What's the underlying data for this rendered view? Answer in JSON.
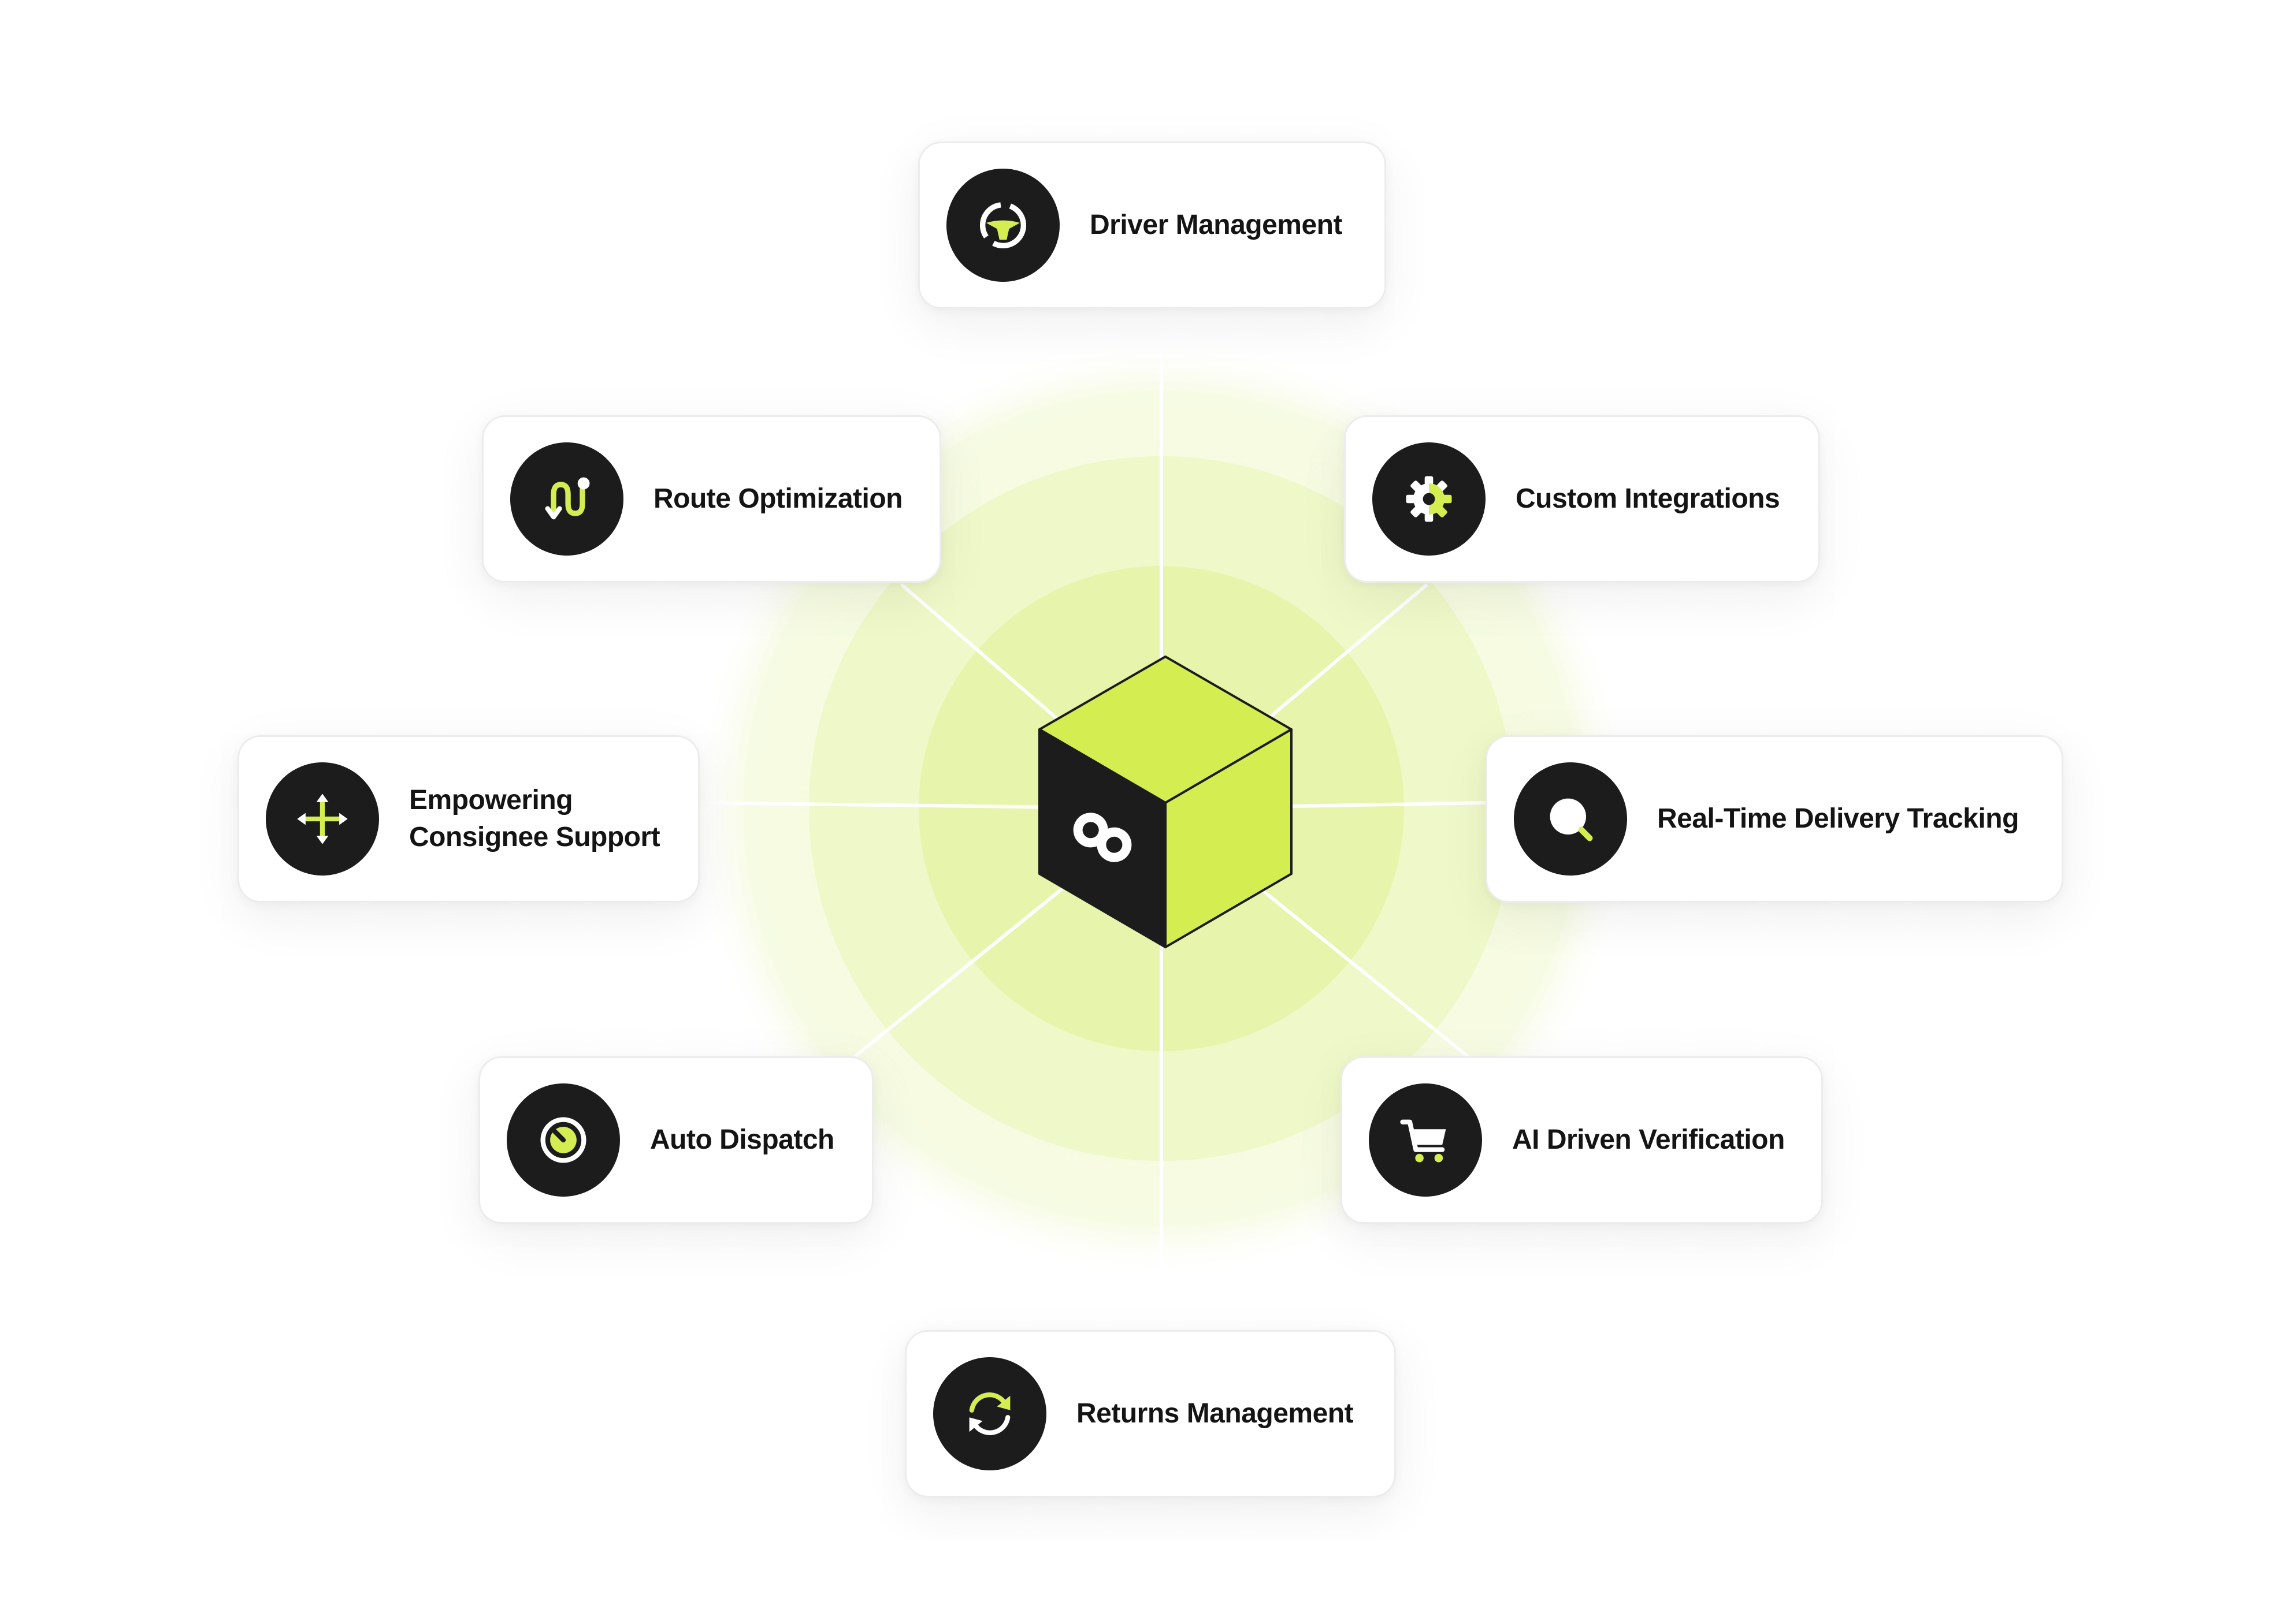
{
  "colors": {
    "accent": "#d4ee52",
    "dark": "#1c1c1c",
    "ring_outer": "#f6fbe3",
    "ring_mid": "#eef8c8",
    "ring_inner": "#e6f5ab"
  },
  "center": {
    "icon": "infinity-logo-icon"
  },
  "features": [
    {
      "id": "driver",
      "icon": "steering-wheel-icon",
      "lines": [
        "Driver Management"
      ]
    },
    {
      "id": "route",
      "icon": "route-icon",
      "lines": [
        "Route Optimization"
      ]
    },
    {
      "id": "custom",
      "icon": "gear-icon",
      "lines": [
        "Custom Integrations"
      ]
    },
    {
      "id": "consignee",
      "icon": "move-arrows-icon",
      "lines": [
        "Empowering",
        "Consignee Support"
      ]
    },
    {
      "id": "tracking",
      "icon": "search-icon",
      "lines": [
        "Real-Time Delivery Tracking"
      ]
    },
    {
      "id": "dispatch",
      "icon": "dispatch-gauge-icon",
      "lines": [
        "Auto Dispatch"
      ]
    },
    {
      "id": "ai",
      "icon": "shopping-cart-icon",
      "lines": [
        "AI Driven Verification"
      ]
    },
    {
      "id": "returns",
      "icon": "refresh-icon",
      "lines": [
        "Returns Management"
      ]
    }
  ]
}
